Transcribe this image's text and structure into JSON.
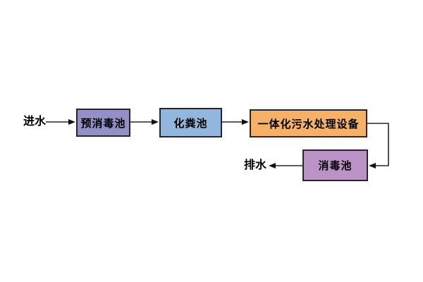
{
  "diagram": {
    "inlet_label": "进水",
    "outlet_label": "排水",
    "nodes": [
      {
        "id": "pre-disinfection-tank",
        "label": "预消毒池",
        "color": "#9290c7"
      },
      {
        "id": "septic-tank",
        "label": "化粪池",
        "color": "#92b6dc"
      },
      {
        "id": "integrated-equipment",
        "label": "一体化污水处理设备",
        "color": "#f4b167"
      },
      {
        "id": "disinfection-tank",
        "label": "消毒池",
        "color": "#bb93c6"
      }
    ],
    "colors": {
      "border": "#262626",
      "arrow": "#111111",
      "background": "#ffffff"
    }
  }
}
